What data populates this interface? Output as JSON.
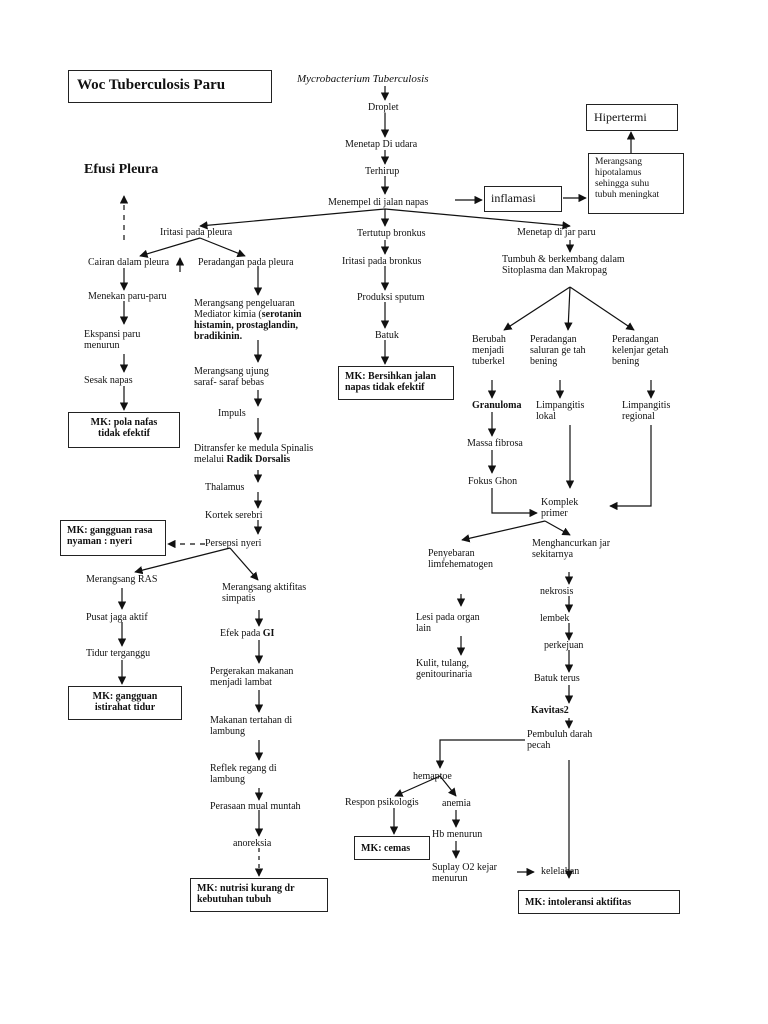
{
  "title": "Woc Tuberculosis Paru",
  "center_chain": {
    "cause": "Mycrobacterium Tuberculosis",
    "droplet": "Droplet",
    "menetap": "Menetap Di udara",
    "terhirup": "Terhirup",
    "menempel": "Menempel di jalan napas"
  },
  "inflamasi": "inflamasi",
  "hipertermi": "Hipertermi",
  "merangsang_hipotalamus": [
    "Merangsang",
    "hipotalamus",
    "sehingga suhu",
    "tubuh meningkat"
  ],
  "branches": {
    "iritasi_pleura": "Iritasi pada pleura",
    "tertutup_bronkus": "Tertutup bronkus",
    "menetap_paru": "Menetap di jar paru"
  },
  "efusi": "Efusi Pleura",
  "left_chain": {
    "cairan": "Cairan dalam pleura",
    "menekan": "Menekan paru-paru",
    "ekspansi": [
      "Ekspansi paru",
      "menurun"
    ],
    "sesak": "Sesak napas",
    "mk_pola": [
      "MK: pola nafas",
      "tidak efektif"
    ]
  },
  "peradangan_pleura": "Peradangan pada pleura",
  "mediator": {
    "l1": "Merangsang pengeluaran",
    "l2a": "Mediator kimia (",
    "l2b": "serotanin",
    "l3": "histamin, prostaglandin,",
    "l4": "bradikinin."
  },
  "ujung_saraf": [
    "Merangsang ujung",
    "saraf- saraf bebas"
  ],
  "impuls": "Impuls",
  "ditransfer": {
    "l1": "Ditransfer ke medula Spinalis",
    "l2a": "melalui ",
    "l2b": "Radik Dorsalis"
  },
  "thalamus": "Thalamus",
  "korteks": "Kortek serebri",
  "persepsi": "Persepsi nyeri",
  "mk_nyeri": [
    "MK: gangguan rasa",
    "nyaman : nyeri"
  ],
  "ras": "Merangsang RAS",
  "pusat": "Pusat jaga aktif",
  "tidur": "Tidur terganggu",
  "mk_tidur": [
    "MK: gangguan",
    "istirahat tidur"
  ],
  "simpatis": [
    "Merangsang aktifitas",
    "simpatis"
  ],
  "efek_gi": {
    "a": "Efek pada ",
    "b": "GI"
  },
  "pergerakan": [
    "Pergerakan makanan",
    "menjadi lambat"
  ],
  "tertahan": [
    "Makanan tertahan di",
    "lambung"
  ],
  "reflek": [
    "Reflek regang di",
    "lambung"
  ],
  "mual": "Perasaan mual muntah",
  "anoreksia": "anoreksia",
  "mk_nutrisi": [
    "MK: nutrisi kurang dr",
    "kebutuhan tubuh"
  ],
  "mid_chain": {
    "iritasi_bronkus": "Iritasi pada bronkus",
    "sputum": "Produksi sputum",
    "batuk": "Batuk",
    "mk_jalan": [
      "MK: Bersihkan jalan",
      "napas tidak efektif"
    ]
  },
  "right_chain": {
    "tumbuh": [
      "Tumbuh & berkembang dalam",
      "Sitoplasma dan Makropag"
    ],
    "berubah": [
      "Berubah",
      "menjadi",
      "tuberkel"
    ],
    "rad_saluran": [
      "Peradangan",
      "saluran ge tah",
      "bening"
    ],
    "rad_kelenjar": [
      "Peradangan",
      "kelenjar getah",
      "bening"
    ],
    "granuloma": "Granuloma",
    "limfangitis_lokal": [
      "Limpangitis",
      "lokal"
    ],
    "limfangitis_regional": [
      "Limpangitis",
      "regional"
    ],
    "massa": "Massa fibrosa",
    "fokus": "Fokus Ghon",
    "kompleks": [
      "Komplek",
      "primer"
    ],
    "penyebaran": [
      "Penyebaran",
      "limfehematogen"
    ],
    "menghancurkan": [
      "Menghancurkan jar",
      "sekitarnya"
    ],
    "lesi": [
      "Lesi pada organ",
      "lain"
    ],
    "kulit": [
      "Kulit, tulang,",
      "genitourinaria"
    ],
    "nekrosis": "nekrosis",
    "lembek": "lembek",
    "perkejuan": "perkejuan",
    "batuk_terus": "Batuk terus",
    "kavitas": "Kavitas2",
    "pembuluh": [
      "Pembuluh darah",
      "pecah"
    ],
    "hemaptoe": "hemaptoe",
    "respon": "Respon psikologis",
    "anemia": "anemia",
    "mk_cemas": "MK: cemas",
    "hb": "Hb menurun",
    "suplay": [
      "Suplay O2 kejar",
      "menurun"
    ],
    "kelelahan": "kelelahan",
    "mk_intoleransi": "MK: intoleransi aktifitas"
  }
}
